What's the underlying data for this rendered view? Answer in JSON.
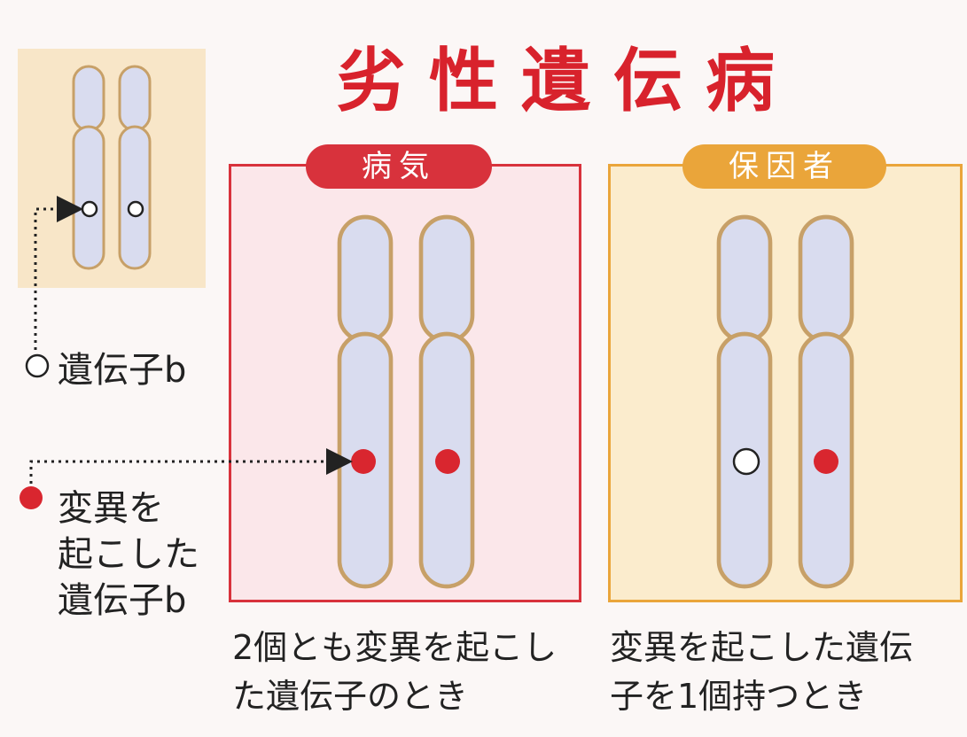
{
  "title": "劣性遺伝病",
  "colors": {
    "title": "#d8222c",
    "inset_bg": "#f8e6c8",
    "disease_border": "#d8323c",
    "disease_bg": "#fbe7ea",
    "disease_tag": "#d8323c",
    "carrier_border": "#eaa53a",
    "carrier_bg": "#fbeccd",
    "carrier_tag": "#eaa53a",
    "chromosome_fill": "#d9dcef",
    "chromosome_outline": "#c7a068",
    "mutant": "#d9262f",
    "normal": "#ffffff",
    "pointer": "#222222"
  },
  "disease": {
    "tag": "病気",
    "caption_line1": "2個とも変異を起こし",
    "caption_line2": "た遺伝子のとき"
  },
  "carrier": {
    "tag": "保因者",
    "caption_line1": "変異を起こした遺伝",
    "caption_line2": "子を1個持つとき"
  },
  "legend": {
    "normal_label": "遺伝子b",
    "mutant_line1": "変異を",
    "mutant_line2": "起こした",
    "mutant_line3": "遺伝子b",
    "normal_icon": "white-circle-icon",
    "mutant_icon": "red-dot-icon"
  }
}
